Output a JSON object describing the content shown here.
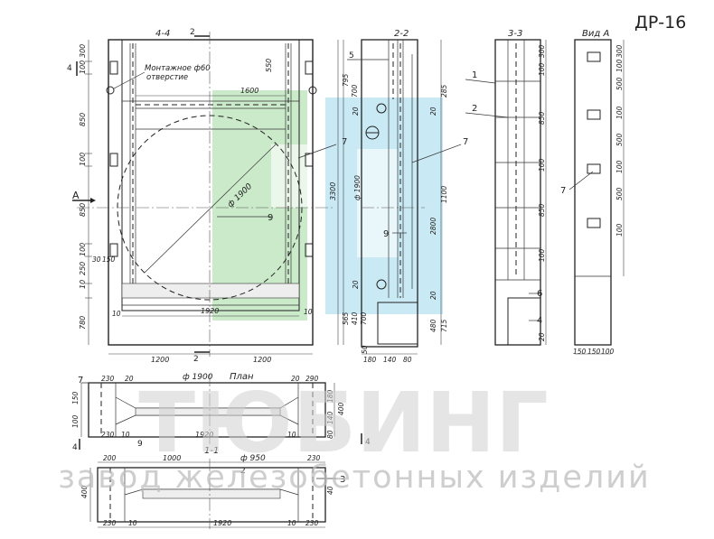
{
  "title": "ДР-16",
  "views": {
    "section_4_4": "4-4",
    "section_2_2": "2-2",
    "section_3_3": "3-3",
    "view_a": "Вид А",
    "plan": "План",
    "section_1_1": "1-1"
  },
  "callouts": {
    "mounting_hole_line1": "Монтажное ф60",
    "mounting_hole_line2": "отверстие",
    "diameter_1900": "ф 1900",
    "diameter_950": "ф 950"
  },
  "markers": {
    "A": "А",
    "n1": "1",
    "n2": "2",
    "n3": "3",
    "n4": "4",
    "n5": "5",
    "n6": "6",
    "n7": "7",
    "n9": "9"
  },
  "dimensions": {
    "d300": "300",
    "d100": "100",
    "d850": "850",
    "d250": "250",
    "d10": "10",
    "d780": "780",
    "d550": "550",
    "d1600": "1600",
    "d3300": "3300",
    "d1920": "1920",
    "d1200": "1200",
    "d30": "30",
    "d150": "150",
    "d795": "795",
    "d700": "700",
    "d285": "285",
    "d20": "20",
    "d1100": "1100",
    "d2800": "2800",
    "d565": "565",
    "d410": "410",
    "d715": "715",
    "d480": "480",
    "d50": "50",
    "d180": "180",
    "d140": "140",
    "d80": "80",
    "d500": "500",
    "d230": "230",
    "d290": "290",
    "d400": "400",
    "d200": "200",
    "d1000": "1000",
    "d40": "40",
    "d9": "9"
  },
  "watermark": {
    "brand": "ТЮБИНГ",
    "subtitle": "завод железобетонных изделий",
    "logo_accent_green": "#9ed99e",
    "logo_accent_blue": "#9cd8ec",
    "brand_gray": "#cfcfcf"
  }
}
